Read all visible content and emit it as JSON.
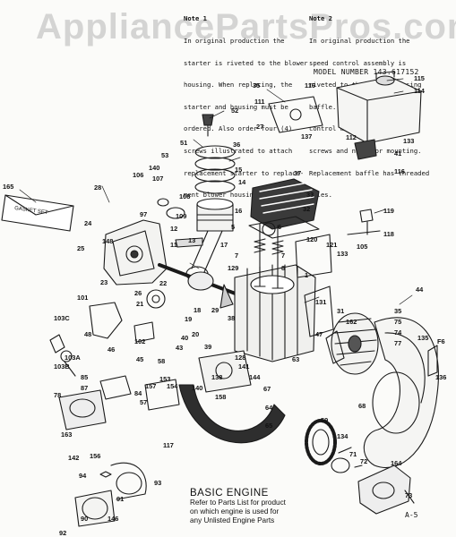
{
  "watermark": "AppliancePartsPros.com",
  "notes": {
    "note1": {
      "title": "Note 1",
      "lines": [
        "In original production the",
        "starter is riveted to the blower",
        "housing. When replacing, the",
        "starter and housing must be",
        "ordered. Also order four (4)",
        "screws illustrated to attach",
        "replacement starter to replace-",
        "ment blower housing."
      ]
    },
    "note2": {
      "title": "Note 2",
      "lines": [
        "In original production the",
        "speed control assembly is",
        "riveted to the blower housing",
        "baffle. Replacement speed",
        "control assembly includes",
        "screws and nuts for mounting.",
        "Replacement baffle has threaded",
        "holes."
      ]
    }
  },
  "model_number": "MODEL NUMBER 143.617152",
  "title": "BASIC ENGINE",
  "subtitle_lines": [
    "Refer to Parts List for product",
    "on which engine is used for",
    "any Unlisted Engine Parts"
  ],
  "figure_code": "A-5",
  "gasket_label": "GASKET SET",
  "callouts": {
    "c_165": "165",
    "c_28": "28",
    "c_24": "24",
    "c_25": "25",
    "c_148": "148",
    "c_23": "23",
    "c_26": "26",
    "c_101": "101",
    "c_103c": "103C",
    "c_48": "48",
    "c_103a": "103A",
    "c_103b": "103B",
    "c_85": "85",
    "c_87": "87",
    "c_78": "78",
    "c_163": "163",
    "c_106": "106",
    "c_107": "107",
    "c_97": "97",
    "c_108": "108",
    "c_109": "109",
    "c_52": "52",
    "c_51": "51",
    "c_53": "53",
    "c_140a": "140",
    "c_15": "15",
    "c_14": "14",
    "c_16": "16",
    "c_12": "12",
    "c_13": "13",
    "c_11": "11",
    "c_17": "17",
    "c_129": "129",
    "c_21": "21",
    "c_22": "22",
    "c_27": "27",
    "c_36": "36",
    "c_35a": "35",
    "c_111": "111",
    "c_116": "116",
    "c_137": "137",
    "c_37": "37",
    "c_33": "33",
    "c_32": "32",
    "c_5": "5",
    "c_6": "6",
    "c_7a": "7",
    "c_7b": "7",
    "c_8": "8",
    "c_120": "120",
    "c_121": "121",
    "c_133a": "133",
    "c_115": "115",
    "c_114": "114",
    "c_112": "112",
    "c_133b": "133",
    "c_41": "41",
    "c_116b": "116",
    "c_119": "119",
    "c_118": "118",
    "c_105": "105",
    "c_1": "1",
    "c_131": "131",
    "c_44": "44",
    "c_18": "18",
    "c_19": "19",
    "c_20": "20",
    "c_29": "29",
    "c_38": "38",
    "c_40": "40",
    "c_43": "43",
    "c_39": "39",
    "c_102": "102",
    "c_46": "46",
    "c_45": "45",
    "c_31": "31",
    "c_162": "162",
    "c_47": "47",
    "c_35b": "35",
    "c_75": "75",
    "c_74": "74",
    "c_77": "77",
    "c_135": "135",
    "c_f6": "F6",
    "c_136": "136",
    "c_58": "58",
    "c_153": "153",
    "c_154": "154",
    "c_157": "157",
    "c_84": "84",
    "c_57": "57",
    "c_140b": "140",
    "c_138": "138",
    "c_128": "128",
    "c_141": "141",
    "c_144": "144",
    "c_67": "67",
    "c_63": "63",
    "c_158": "158",
    "c_64": "64",
    "c_65": "65",
    "c_117": "117",
    "c_68": "68",
    "c_59": "59",
    "c_134": "134",
    "c_71": "71",
    "c_72": "72",
    "c_164": "164",
    "c_73": "73",
    "c_142": "142",
    "c_156": "156",
    "c_94": "94",
    "c_93": "93",
    "c_91": "91",
    "c_90": "90",
    "c_146": "146",
    "c_92": "92"
  }
}
